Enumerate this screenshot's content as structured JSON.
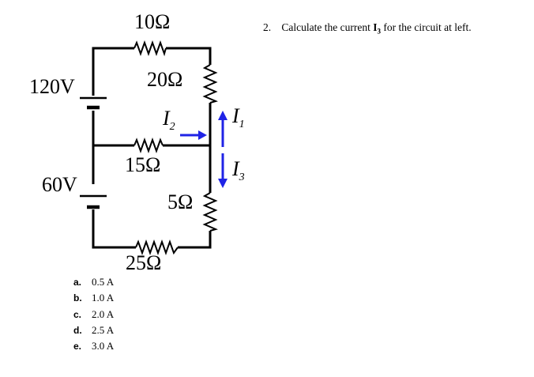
{
  "question": {
    "number": "2.",
    "text_before": "Calculate the current",
    "current_symbol": "I",
    "current_subscript": "3",
    "text_after": "for the circuit at left."
  },
  "circuit": {
    "resistors": {
      "r_top": "10Ω",
      "r_right_upper": "20Ω",
      "r_middle": "15Ω",
      "r_right_lower": "5Ω",
      "r_bottom": "25Ω"
    },
    "batteries": {
      "upper": "120V",
      "lower": "60V"
    },
    "currents": {
      "i1": {
        "symbol": "I",
        "subscript": "1"
      },
      "i2": {
        "symbol": "I",
        "subscript": "2"
      },
      "i3": {
        "symbol": "I",
        "subscript": "3"
      }
    },
    "arrow_color": "#1f23e6"
  },
  "options": [
    {
      "letter": "a.",
      "text": "0.5 A"
    },
    {
      "letter": "b.",
      "text": "1.0 A"
    },
    {
      "letter": "c.",
      "text": "2.0 A"
    },
    {
      "letter": "d.",
      "text": "2.5 A"
    },
    {
      "letter": "e.",
      "text": "3.0 A"
    }
  ]
}
